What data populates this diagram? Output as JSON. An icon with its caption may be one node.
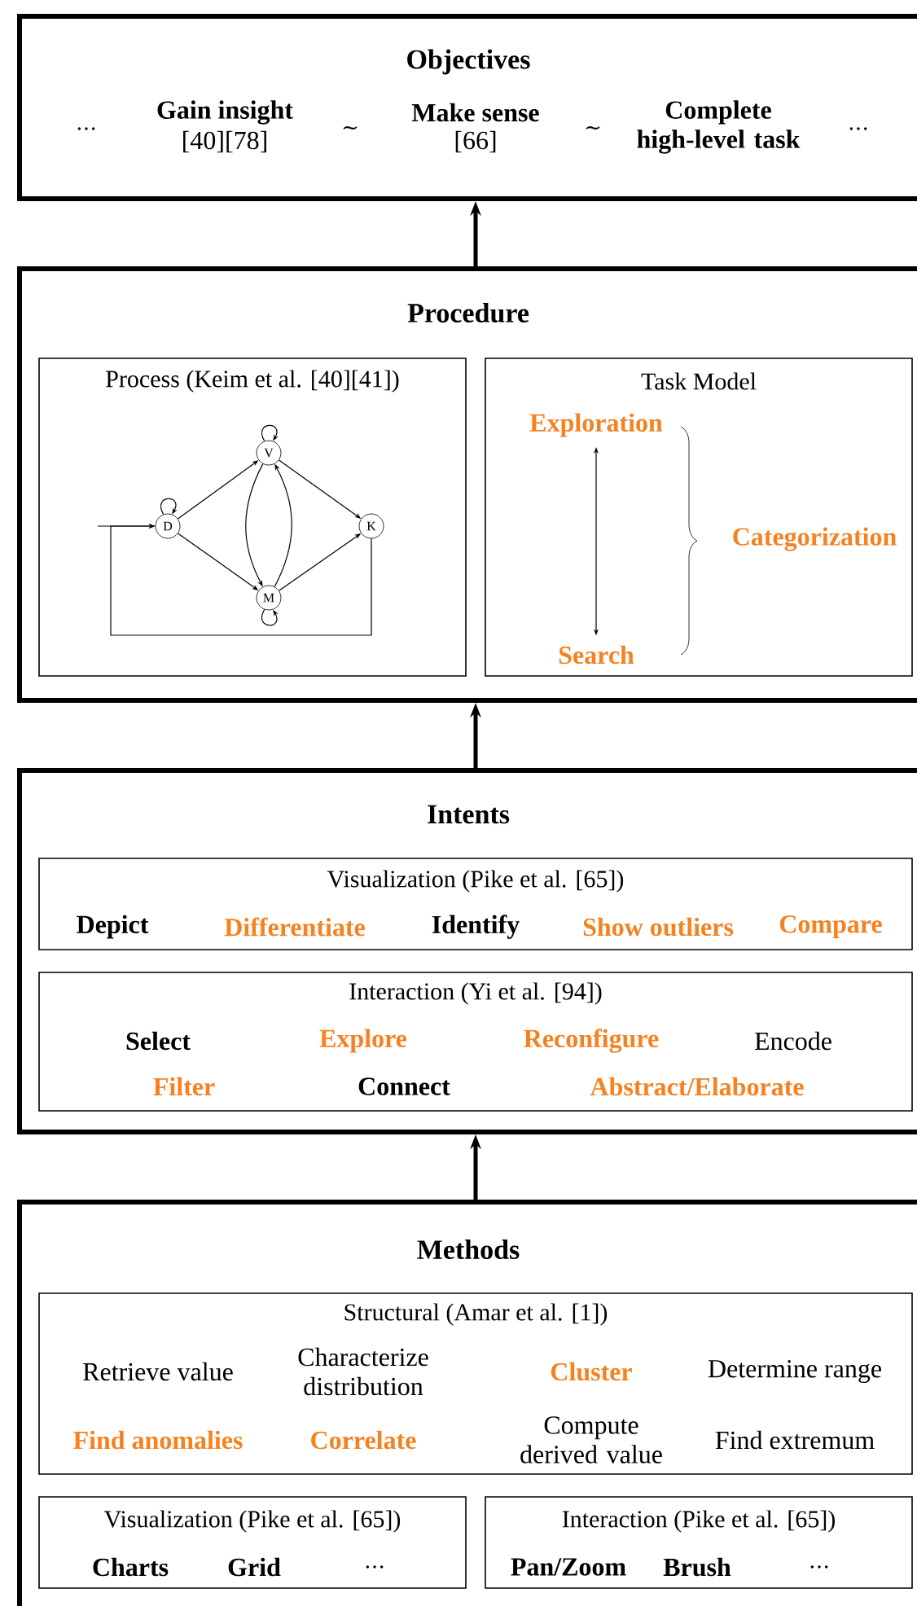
{
  "diagram": {
    "nodes": [
      {
        "text": [
          "Objectives",
          "…",
          "Gain insight",
          "[40][78]",
          "∼",
          "Make sense",
          "[66]",
          "∼",
          "Complete high-level task",
          "…"
        ]
      },
      {
        "text": [
          "Procedure"
        ]
      },
      {
        "text": [
          "Process (Keim et al. [40][41])"
        ],
        "in": 1
      },
      {
        "text": [
          "D"
        ],
        "in": 2
      },
      {
        "text": [
          "V"
        ],
        "in": 2
      },
      {
        "text": [
          "M"
        ],
        "in": 2
      },
      {
        "text": [
          "K"
        ],
        "in": 2
      },
      {
        "text": [
          "Task Model",
          "Categorization"
        ],
        "in": 1
      },
      {
        "text": [
          "Exploration"
        ],
        "in": 7
      },
      {
        "text": [
          "Search"
        ],
        "in": 7
      },
      {
        "text": [
          "Intents"
        ]
      },
      {
        "text": [
          "Visualization (Pike et al. [65])",
          "Depict",
          "Differentiate",
          "Identify",
          "Show outliers",
          "Compare"
        ],
        "in": 10
      },
      {
        "text": [
          "Interaction (Yi et al. [94])",
          "Select",
          "Explore",
          "Reconfigure",
          "Encode",
          "Filter",
          "Connect",
          "Abstract/Elaborate"
        ],
        "in": 10
      },
      {
        "text": [
          "Methods"
        ]
      },
      {
        "text": [
          "Structural (Amar et al. [1])",
          "Retrieve value",
          "Characterize distribution",
          "Cluster",
          "Determine range",
          "Find anomalies",
          "Correlate",
          "Compute derived value",
          "Find extremum"
        ],
        "in": 13
      },
      {
        "text": [
          "Visualization (Pike et al. [65])",
          "Charts",
          "Grid",
          "…"
        ],
        "in": 13
      },
      {
        "text": [
          "Interaction (Pike et al. [65])",
          "Pan/Zoom",
          "Brush",
          "…"
        ],
        "in": 13
      }
    ],
    "edges": [
      {
        "from": 1,
        "to": 0,
        "arrow": "to",
        "style": "thick"
      },
      {
        "from": 10,
        "to": 1,
        "arrow": "to",
        "style": "thick"
      },
      {
        "from": 13,
        "to": 10,
        "arrow": "to",
        "style": "thick"
      },
      {
        "from": null,
        "to": 3,
        "arrow": "to"
      },
      {
        "from": 3,
        "to": 4,
        "arrow": "to"
      },
      {
        "from": 3,
        "to": 5,
        "arrow": "to"
      },
      {
        "from": 4,
        "to": 6,
        "arrow": "to"
      },
      {
        "from": 5,
        "to": 6,
        "arrow": "to"
      },
      {
        "from": 4,
        "to": 5,
        "arrow": "to"
      },
      {
        "from": 5,
        "to": 4,
        "arrow": "to"
      },
      {
        "from": 3,
        "to": 3,
        "arrow": "to"
      },
      {
        "from": 4,
        "to": 4,
        "arrow": "to"
      },
      {
        "from": 5,
        "to": 5,
        "arrow": "to"
      },
      {
        "from": 6,
        "to": 3,
        "arrow": "to"
      },
      {
        "from": 8,
        "to": 9,
        "arrow": "both"
      }
    ]
  }
}
